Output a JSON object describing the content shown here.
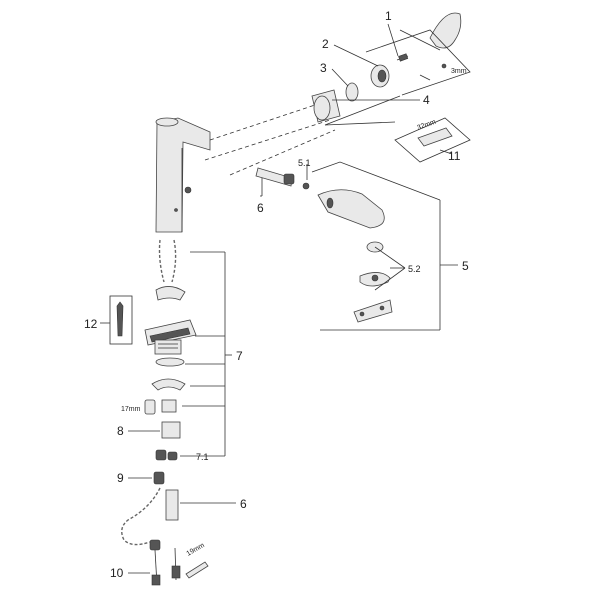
{
  "callouts": {
    "c1": "1",
    "c2": "2",
    "c3": "3",
    "c4": "4",
    "c5": "5",
    "c5_1": "5.1",
    "c5_2": "5.2",
    "c6a": "6",
    "c6b": "6",
    "c7": "7",
    "c7_1": "7.1",
    "c8": "8",
    "c9": "9",
    "c10": "10",
    "c11": "11",
    "c12": "12"
  },
  "dims": {
    "d3mm": "3mm",
    "d32mm": "32mm",
    "d17mm": "17mm",
    "d19mm": "19mm"
  }
}
